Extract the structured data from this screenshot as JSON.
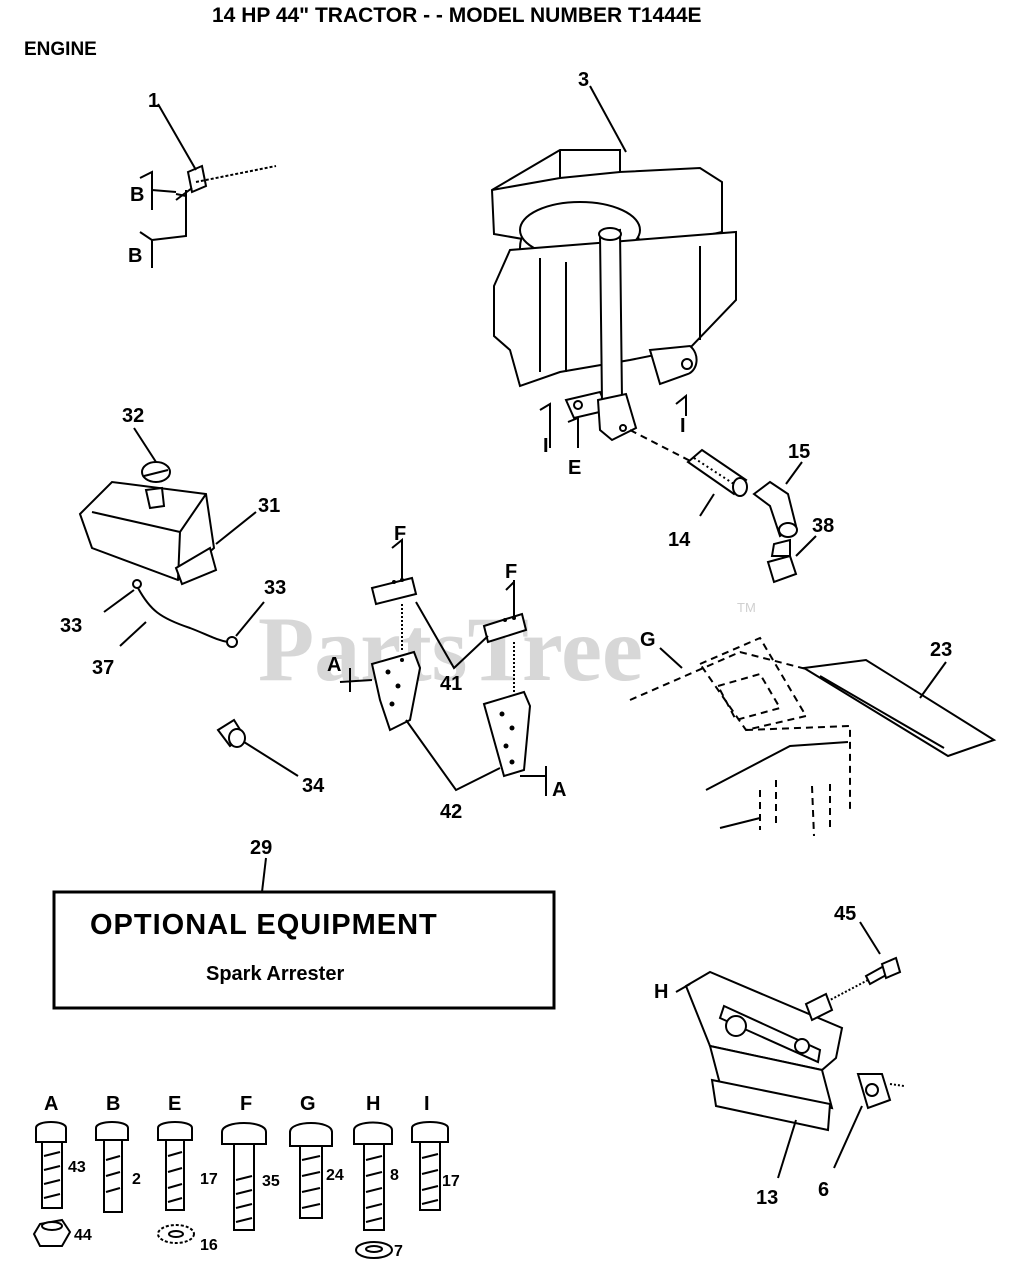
{
  "header": {
    "title": "14 HP 44\" TRACTOR - - MODEL NUMBER T1444E",
    "section": "ENGINE"
  },
  "watermark": {
    "text": "PartsTree",
    "tm": "TM"
  },
  "callouts": {
    "p1": "1",
    "p3": "3",
    "p6": "6",
    "p13": "13",
    "p14": "14",
    "p15": "15",
    "p23": "23",
    "p29": "29",
    "p31": "31",
    "p32": "32",
    "p33a": "33",
    "p33b": "33",
    "p34": "34",
    "p37": "37",
    "p38": "38",
    "p41": "41",
    "p42": "42",
    "p45": "45"
  },
  "ref_letters": {
    "b1": "B",
    "b2": "B",
    "i1": "I",
    "i2": "I",
    "e": "E",
    "f1": "F",
    "f2": "F",
    "a1": "A",
    "a2": "A",
    "g": "G",
    "h": "H"
  },
  "optional_box": {
    "heading": "OPTIONAL EQUIPMENT",
    "item": "Spark Arrester"
  },
  "hardware_key": [
    {
      "letter": "A",
      "part": "43",
      "extra": "44"
    },
    {
      "letter": "B",
      "part": "2"
    },
    {
      "letter": "E",
      "part": "17",
      "extra": "16"
    },
    {
      "letter": "F",
      "part": "35"
    },
    {
      "letter": "G",
      "part": "24"
    },
    {
      "letter": "H",
      "part": "8",
      "extra": "7"
    },
    {
      "letter": "I",
      "part": "17"
    }
  ]
}
